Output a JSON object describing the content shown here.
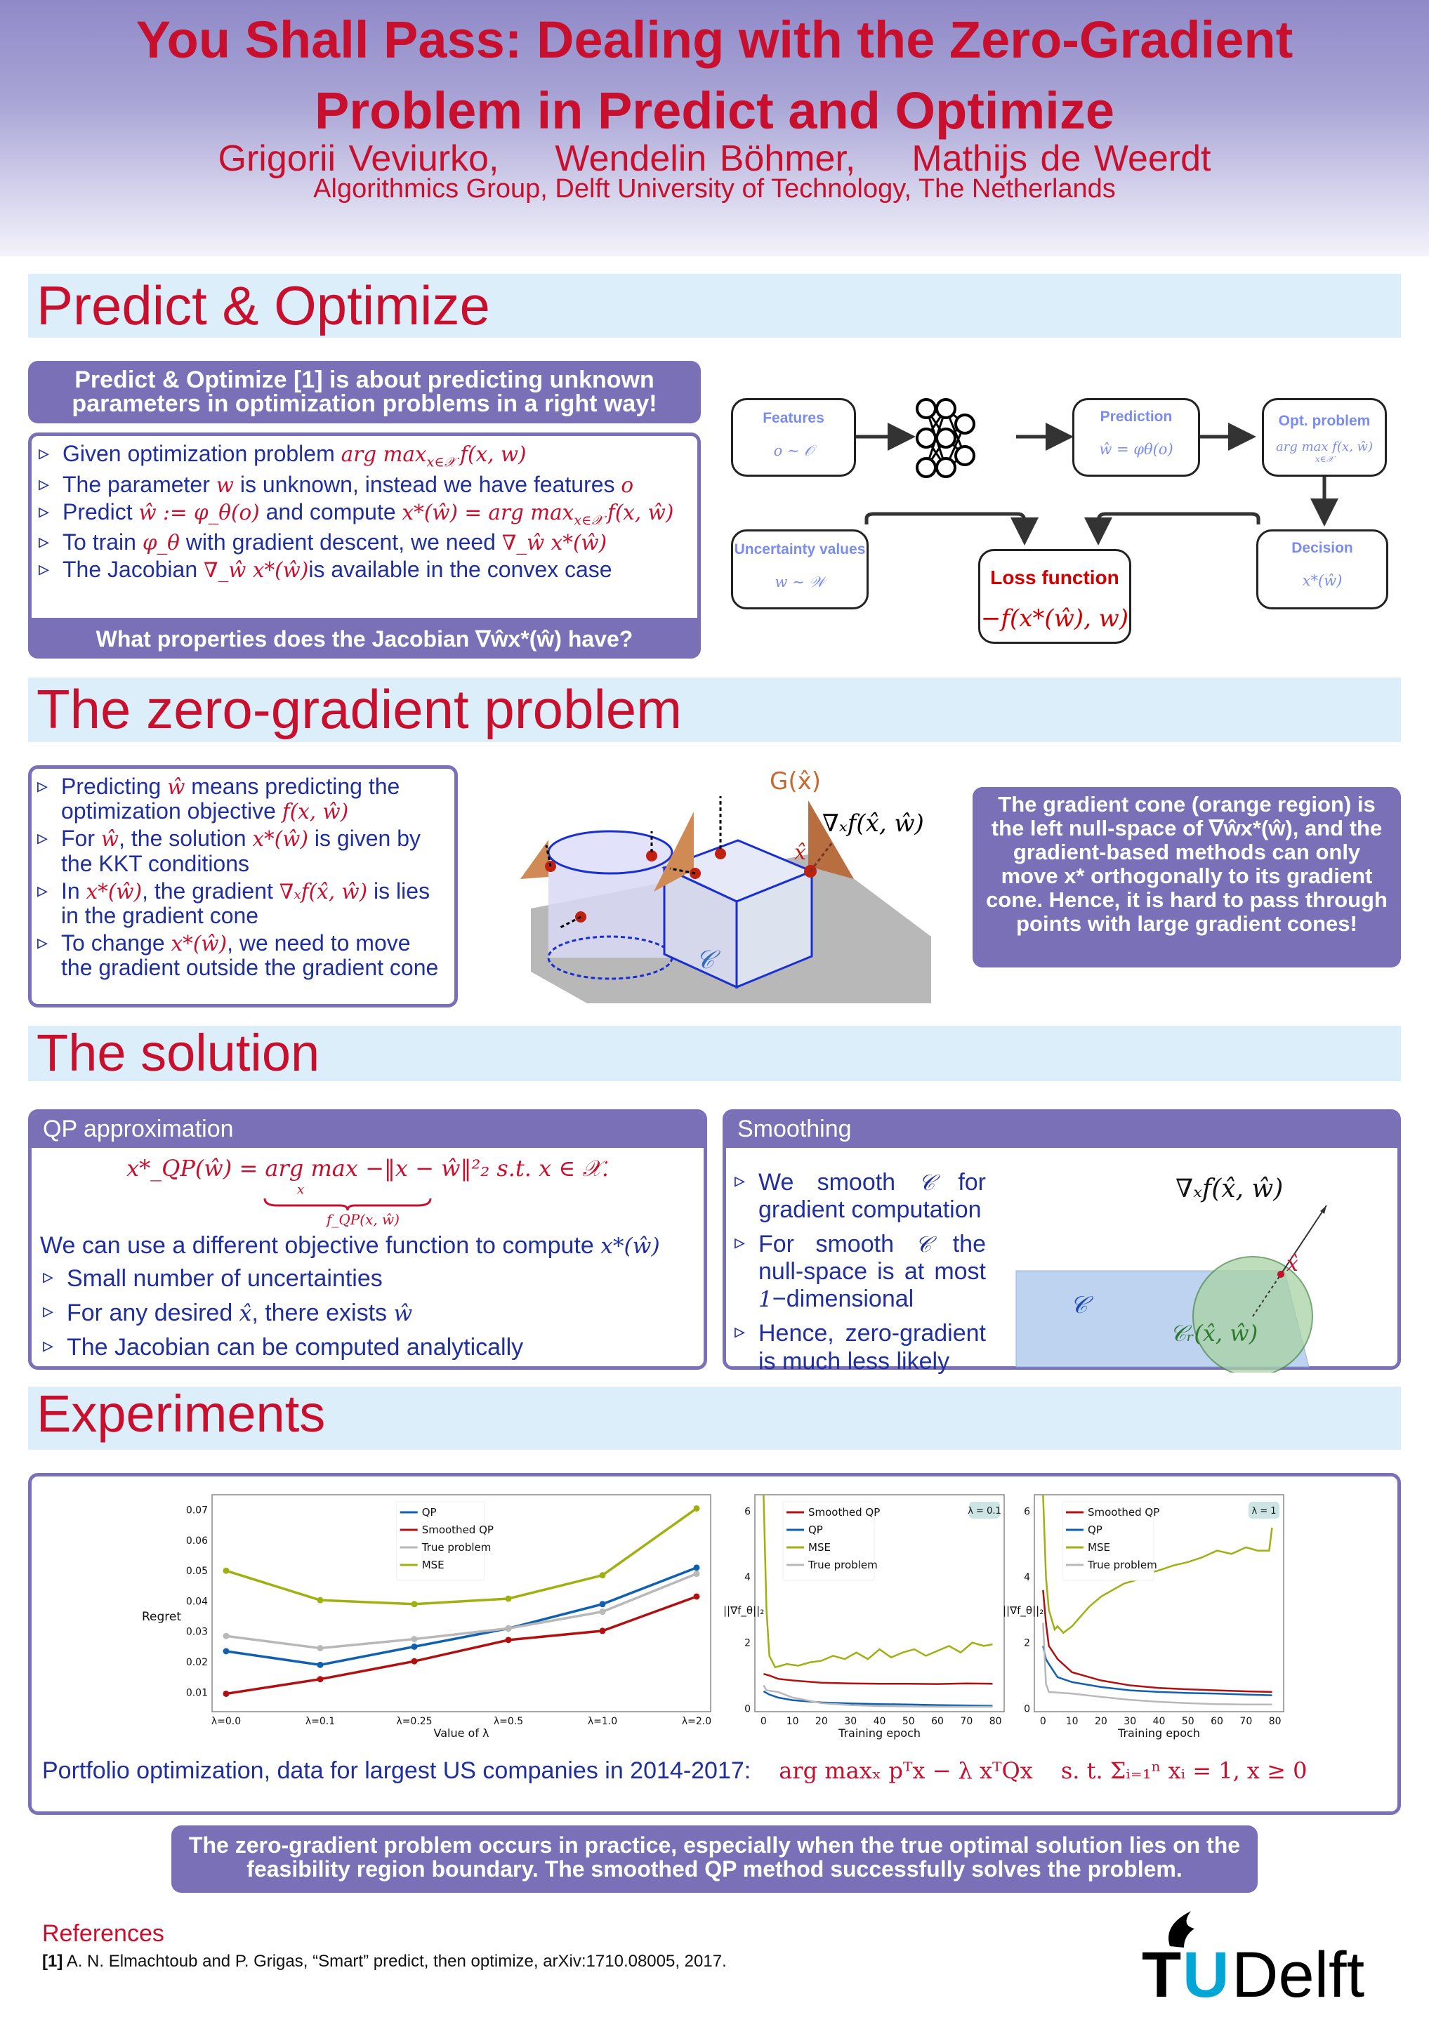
{
  "header": {
    "title_line1": "You Shall Pass: Dealing with the Zero-Gradient",
    "title_line2": "Problem in Predict and Optimize",
    "authors": [
      "Grigorii Veviurko,",
      "Wendelin Böhmer,",
      "Mathijs de Weerdt"
    ],
    "affiliation": "Algorithmics Group, Delft University of Technology, The Netherlands"
  },
  "sections": {
    "predict": "Predict & Optimize",
    "zero": "The zero-gradient problem",
    "solution": "The solution",
    "experiments": "Experiments"
  },
  "predict": {
    "intro": "Predict & Optimize [1] is about predicting unknown parameters in optimization problems in a right way!",
    "bullets": [
      [
        {
          "t": "Given optimization problem "
        },
        {
          "t": "arg max",
          "m": 1
        },
        {
          "t": "x∈𝒳 ",
          "m": 2
        },
        {
          "t": "f(x, w)",
          "m": 1
        }
      ],
      [
        {
          "t": "The parameter "
        },
        {
          "t": "w",
          "m": 1
        },
        {
          "t": " is unknown, instead we have features "
        },
        {
          "t": "o",
          "m": 1
        }
      ],
      [
        {
          "t": "Predict "
        },
        {
          "t": "ŵ := φ_θ(o)",
          "m": 1
        },
        {
          "t": " and compute "
        },
        {
          "t": "x*(ŵ) = arg max",
          "m": 1
        },
        {
          "t": "x∈𝒳 ",
          "m": 2
        },
        {
          "t": "f(x, ŵ)",
          "m": 1
        }
      ],
      [
        {
          "t": "To train "
        },
        {
          "t": "φ_θ",
          "m": 1
        },
        {
          "t": " with gradient descent, we need "
        },
        {
          "t": "∇_ŵ x*(ŵ)",
          "m": 1
        }
      ],
      [
        {
          "t": "The Jacobian "
        },
        {
          "t": "∇_ŵ x*(ŵ)",
          "m": 1
        },
        {
          "t": "is available in the convex case"
        }
      ]
    ],
    "question": "What properties does the Jacobian ∇ŵx*(ŵ) have?",
    "diagram": {
      "features": "Features",
      "features_math": "o ∼ 𝒪",
      "prediction": "Prediction",
      "prediction_math": "ŵ = φθ(o)",
      "opt": "Opt. problem",
      "opt_math": "arg max f(x, ŵ)",
      "opt_sub": "x∈𝒳",
      "uncertainty": "Uncertainty values",
      "uncertainty_math": "w ∼ 𝒲",
      "loss": "Loss function",
      "loss_math": "−f(x*(ŵ), w)",
      "decision": "Decision",
      "decision_math": "x*(ŵ)"
    }
  },
  "zero": {
    "bullets": [
      [
        {
          "t": "Predicting "
        },
        {
          "t": "ŵ",
          "m": 1
        },
        {
          "t": " means predicting the optimization objective "
        },
        {
          "t": "f(x, ŵ)",
          "m": 1
        }
      ],
      [
        {
          "t": "For "
        },
        {
          "t": "ŵ",
          "m": 1
        },
        {
          "t": ", the solution "
        },
        {
          "t": "x*(ŵ)",
          "m": 1
        },
        {
          "t": " is given by the KKT conditions"
        }
      ],
      [
        {
          "t": "In "
        },
        {
          "t": "x*(ŵ)",
          "m": 1
        },
        {
          "t": ", the gradient "
        },
        {
          "t": "∇ₓf(x̂, ŵ)",
          "m": 1
        },
        {
          "t": " is lies in the gradient cone"
        }
      ],
      [
        {
          "t": "To change "
        },
        {
          "t": "x*(ŵ)",
          "m": 1
        },
        {
          "t": ", we need to move the gradient outside the gradient cone"
        }
      ]
    ],
    "figure": {
      "cone_label": "G(x̂)",
      "grad_label": "∇ₓf(x̂, ŵ)",
      "xhat": "x̂",
      "set_label": "𝒞"
    },
    "callout": "The gradient cone (orange region) is the left null-space of ∇ŵx*(ŵ), and the gradient-based methods can only move x* orthogonally to its gradient cone. Hence, it is hard to pass through points with large gradient cones!"
  },
  "solution": {
    "qp": {
      "title": "QP approximation",
      "formula": "x*_QP(ŵ) = arg max −‖x − ŵ‖²₂  s.t. x ∈ 𝒳.",
      "formula_sub": "x",
      "brace_label": "f_QP(x, ŵ)",
      "lead": [
        {
          "t": "We can use a different objective function to compute "
        },
        {
          "t": "x*(ŵ)",
          "m": 3
        }
      ],
      "bullets": [
        [
          {
            "t": "Small number of uncertainties"
          }
        ],
        [
          {
            "t": "For any desired "
          },
          {
            "t": "x̂",
            "m": 3
          },
          {
            "t": ", there exists "
          },
          {
            "t": "ŵ",
            "m": 3
          }
        ],
        [
          {
            "t": "The Jacobian can be computed analytically"
          }
        ]
      ]
    },
    "smoothing": {
      "title": "Smoothing",
      "bullets": [
        [
          {
            "t": "We smooth "
          },
          {
            "t": "𝒞",
            "m": 3
          },
          {
            "t": " for gradient computation"
          }
        ],
        [
          {
            "t": "For smooth "
          },
          {
            "t": "𝒞",
            "m": 3
          },
          {
            "t": " the null-space is at most "
          },
          {
            "t": "1",
            "m": 3
          },
          {
            "t": "−dimensional"
          }
        ],
        [
          {
            "t": "Hence, zero-gradient is much less likely"
          }
        ]
      ],
      "figure": {
        "grad_label": "∇ₓf(x̂, ŵ)",
        "xhat": "x̂",
        "set_label": "𝒞",
        "smooth_label": "𝒞ᵣ(x̂, ŵ)"
      }
    }
  },
  "experiments": {
    "portfolio_text": "Portfolio optimization, data for largest US companies in 2014-2017:",
    "portfolio_formula": "arg maxₓ  pᵀx − λ xᵀQx",
    "portfolio_constraint": "s. t.  Σᵢ₌₁ⁿ xᵢ = 1,  x ≥ 0",
    "conclusion": "The zero-gradient problem occurs in practice, especially when the true optimal solution lies on the feasibility region boundary. The smoothed QP method successfully solves the problem."
  },
  "references": {
    "title": "References",
    "items": [
      {
        "num": "[1]",
        "text": " A. N. Elmachtoub and P. Grigas, “Smart” predict, then optimize, arXiv:1710.08005, 2017."
      }
    ]
  },
  "logo": {
    "text": "TUDelft"
  },
  "colors": {
    "qp": "#1060b0",
    "smoothed": "#b01010",
    "true": "#b8b8b8",
    "mse": "#a0b010",
    "purple": "#7a70b8",
    "red": "#c8102e"
  },
  "chart_data": [
    {
      "type": "line",
      "title": "",
      "xlabel": "Value of λ",
      "ylabel": "Regret",
      "categories": [
        "λ=0.0",
        "λ=0.1",
        "λ=0.25",
        "λ=0.5",
        "λ=1.0",
        "λ=2.0"
      ],
      "ylim": [
        0.0036,
        0.075
      ],
      "yticks": [
        0.01,
        0.02,
        0.03,
        0.04,
        0.05,
        0.06,
        0.07
      ],
      "legend": "top-center",
      "series": [
        {
          "name": "QP",
          "color": "#1060b0",
          "values": [
            0.0235,
            0.019,
            0.025,
            0.031,
            0.039,
            0.051
          ]
        },
        {
          "name": "Smoothed QP",
          "color": "#b01010",
          "values": [
            0.0095,
            0.0143,
            0.0202,
            0.0272,
            0.0302,
            0.0415
          ]
        },
        {
          "name": "True problem",
          "color": "#b8b8b8",
          "values": [
            0.0285,
            0.0245,
            0.0275,
            0.031,
            0.0365,
            0.049
          ]
        },
        {
          "name": "MSE",
          "color": "#a0b010",
          "values": [
            0.05,
            0.0403,
            0.039,
            0.0408,
            0.0485,
            0.0705
          ]
        }
      ]
    },
    {
      "type": "line",
      "annotation": "λ = 0.1",
      "xlabel": "Training epoch",
      "ylabel": "||∇f_θ||₂",
      "xlim": [
        -3,
        83
      ],
      "ylim": [
        -0.1,
        6.5
      ],
      "xticks": [
        0,
        10,
        20,
        30,
        40,
        50,
        60,
        70,
        80
      ],
      "yticks": [
        0,
        2,
        4,
        6
      ],
      "legend": "top-right",
      "series": [
        {
          "name": "Smoothed QP",
          "color": "#b01010",
          "x": [
            0,
            2,
            5,
            10,
            20,
            30,
            40,
            50,
            60,
            70,
            79
          ],
          "values": [
            1.05,
            1.0,
            0.9,
            0.85,
            0.78,
            0.76,
            0.75,
            0.75,
            0.74,
            0.76,
            0.75
          ]
        },
        {
          "name": "QP",
          "color": "#1060b0",
          "x": [
            0,
            2,
            5,
            10,
            20,
            30,
            40,
            50,
            60,
            70,
            79
          ],
          "values": [
            0.52,
            0.42,
            0.33,
            0.25,
            0.18,
            0.15,
            0.13,
            0.12,
            0.1,
            0.09,
            0.08
          ]
        },
        {
          "name": "MSE",
          "color": "#a0b010",
          "x": [
            0,
            1,
            2,
            4,
            8,
            12,
            16,
            20,
            24,
            28,
            32,
            36,
            40,
            44,
            48,
            52,
            56,
            60,
            64,
            68,
            72,
            76,
            79
          ],
          "values": [
            6.5,
            3.0,
            1.6,
            1.25,
            1.35,
            1.3,
            1.4,
            1.45,
            1.6,
            1.5,
            1.7,
            1.5,
            1.8,
            1.55,
            1.7,
            1.8,
            1.6,
            1.75,
            1.9,
            1.7,
            2.0,
            1.9,
            1.95
          ]
        },
        {
          "name": "True problem",
          "color": "#b8b8b8",
          "x": [
            0,
            1,
            5,
            10,
            20,
            30,
            40,
            50,
            60,
            70,
            79
          ],
          "values": [
            0.7,
            0.55,
            0.5,
            0.33,
            0.16,
            0.1,
            0.07,
            0.06,
            0.05,
            0.05,
            0.05
          ]
        }
      ]
    },
    {
      "type": "line",
      "annotation": "λ = 1",
      "xlabel": "Training epoch",
      "ylabel": "||∇f_θ||₂",
      "xlim": [
        -3,
        83
      ],
      "ylim": [
        -0.1,
        6.5
      ],
      "xticks": [
        0,
        10,
        20,
        30,
        40,
        50,
        60,
        70,
        80
      ],
      "yticks": [
        0,
        2,
        4,
        6
      ],
      "legend": "top-right",
      "series": [
        {
          "name": "Smoothed QP",
          "color": "#b01010",
          "x": [
            0,
            1,
            2,
            5,
            10,
            20,
            30,
            40,
            50,
            60,
            70,
            79
          ],
          "values": [
            3.6,
            2.6,
            1.9,
            1.5,
            1.1,
            0.85,
            0.7,
            0.62,
            0.58,
            0.55,
            0.52,
            0.5
          ]
        },
        {
          "name": "QP",
          "color": "#1060b0",
          "x": [
            0,
            1,
            2,
            5,
            10,
            20,
            30,
            40,
            50,
            60,
            70,
            79
          ],
          "values": [
            1.9,
            1.5,
            1.35,
            0.95,
            0.8,
            0.65,
            0.55,
            0.5,
            0.47,
            0.45,
            0.42,
            0.4
          ]
        },
        {
          "name": "MSE",
          "color": "#a0b010",
          "x": [
            0,
            1,
            2,
            4,
            5,
            7,
            10,
            13,
            16,
            20,
            24,
            28,
            32,
            36,
            40,
            45,
            50,
            55,
            60,
            65,
            70,
            74,
            78,
            79
          ],
          "values": [
            6.5,
            4.0,
            3.0,
            2.4,
            2.5,
            2.3,
            2.5,
            2.8,
            3.1,
            3.4,
            3.6,
            3.8,
            3.9,
            4.1,
            4.2,
            4.35,
            4.45,
            4.6,
            4.8,
            4.7,
            4.9,
            4.8,
            4.8,
            5.5
          ]
        },
        {
          "name": "True problem",
          "color": "#b8b8b8",
          "x": [
            0,
            1,
            2,
            10,
            20,
            30,
            40,
            50,
            60,
            70,
            79
          ],
          "values": [
            2.6,
            0.75,
            0.5,
            0.45,
            0.35,
            0.26,
            0.2,
            0.16,
            0.13,
            0.12,
            0.12
          ]
        }
      ]
    }
  ]
}
